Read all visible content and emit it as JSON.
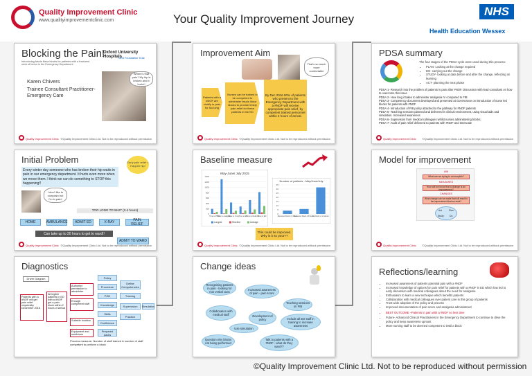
{
  "header": {
    "org_name": "Quality Improvement Clinic",
    "org_url": "www.qualityimprovementclinic.com",
    "title": "Your Quality Improvement Journey",
    "nhs": "NHS",
    "hew": "Health Education Wessex"
  },
  "footer": {
    "org": "Quality Improvement Clinic",
    "copy": "©Quality Improvement Clinic Ltd. Not to be reproduced without permission"
  },
  "copyright": "©Quality Improvement Clinic Ltd. Not to be reproduced without permission",
  "slide1": {
    "title": "Blocking the Pain!",
    "subtitle": "Introducing fascia iliaca blocks for patients with a fractured neck of femur in the Emergency Department",
    "oxford": "Oxford University Hospitals",
    "trust": "NHS Foundation Trust",
    "author": "Karen Chivers",
    "role": "Trainee Consultant Practitioner- Emergency Care",
    "bubble": "Where's that pain? My hip is broken and it hurts!!"
  },
  "slide2": {
    "title": "Initial Problem",
    "text": "Every winter day someone who has broken their hip waits in pain in our emergency department. It hurts even more when we move them. I think we can do something to STOP this happening!!",
    "idea": "Early pain relief = Happier hip!",
    "bubble": "I don't like to complain but I'm in pain!",
    "too_long": "TOO LONG TO WAIT (2-4 hours)",
    "steps": [
      "HOME",
      "AMBULANCE",
      "ADMIT ED",
      "X-RAY",
      "PAIN RELIEF"
    ],
    "wait": "Can take up to 20 hours to get to ward!!",
    "admit": "ADMIT TO WARD"
  },
  "slide3": {
    "title": "Diagnostics",
    "driver": "Driver Diagram",
    "aim": "Patients with a #NOF will get pain relief requiredby December 2016",
    "primary": "All legible patients in ED with a #NOF get a pain block within 2 hours of arrival",
    "secondary": [
      "Authority / permission to administer",
      "Enough competent staff",
      "Suitable location",
      "Equipment and medicines"
    ],
    "tertiary": [
      "Policy",
      "Procedure",
      "PGD",
      "Knowledge",
      "Skills",
      "Confidence",
      "Prepared packs"
    ],
    "change": [
      "Define Competencies",
      "Training",
      "Supervision",
      "Practice",
      "Simulation"
    ],
    "measure": "Process measure: Number of staff trained & number of staff competent to perform a block"
  },
  "slide4": {
    "title": "Improvement Aim",
    "bubble": "That's so much more comfortable",
    "boxes": [
      "Patients with a #NOF are visibly in pain for too long",
      "Nurses can be trained to be competent to administer fascia iliaca blocks to provide timely pain relief for these patients in the ED",
      "By Dec 2016 80% of patients who present to the Emergency Department with a #NOF will receive appropriate pain relief, by competent trained personnel within 2 hours of arrival."
    ]
  },
  "slide5": {
    "title": "Baseline measure",
    "question": "This could be improved. Why is it so poor??"
  },
  "chart_data": [
    {
      "type": "bar",
      "title": "May-June/ July 2015",
      "categories": [
        "Time to PIRA",
        "Time to analgesia",
        "Time to X-ray",
        "Time to ED",
        "Time to Referral",
        "Time in ED"
      ],
      "series": [
        {
          "name": "Longest",
          "values": [
            190,
            1300,
            430,
            280,
            520,
            820
          ]
        },
        {
          "name": "Shortest",
          "values": [
            30,
            20,
            40,
            30,
            50,
            60
          ]
        },
        {
          "name": "Average",
          "values": [
            80,
            180,
            120,
            130,
            170,
            300
          ]
        }
      ],
      "ylim": [
        0,
        1400
      ],
      "legend": "bottom"
    },
    {
      "type": "bar",
      "title": "Number of patients - May/June/July",
      "categories": [
        "Received block <4 hours",
        "Received block 4-8 hours",
        "No block ≥ 14 Hours"
      ],
      "values": [
        4,
        6,
        32
      ],
      "ylim": [
        0,
        35
      ]
    }
  ],
  "slide6": {
    "title": "Change ideas",
    "ideas": [
      "Recognising patients in pain - looking for non verbal cues",
      "Increased awareness of pain - pain score",
      "Teaching sessions on FIB",
      "Collaboration with medical staff",
      "Development of policy",
      "Include all ED staff in training to increase awareness",
      "Use simulation",
      "Question why blocks not being performed",
      "Talk to patients with a #NOF - what do they want??"
    ]
  },
  "slide7": {
    "title": "PDSA summary",
    "intro": "The four stages of the PDSA cycle were used during this process:",
    "stages": [
      "PLAN- Looking at the change required",
      "DO- carrying out the change",
      "STUDY- looking at data before and after the change, reflecting on learning",
      "ACT- planning the next phase"
    ],
    "items": [
      "PDSA 1- Research into the problem of patients in pain after #NOF. Discussion with lead consultant on how to overcome this issue",
      "PDSA 2- How long it takes to administer analgesia IV compared to FIB",
      "PDSA 3- Competency document developed and presented at Governance on introduction of nurse led blocks for patients with #NOF",
      "PDSA 4- Introduction of FIB policy attached to the pathway for #NOF patients",
      "PDSA 5- Teaching sessions planned and delivered in clinical environment, using visual aids and simulation. Increased awareness",
      "PDSA 6- Supervision from medical colleagues whilst nurses administering blocks.",
      "PDSA 7- Audit of pain relief delivered to patients with #NOF and timescale"
    ]
  },
  "slide8": {
    "title": "Model for improvement",
    "aim": "AIM",
    "q1": "What are we trying to accomplish?",
    "measures": "MEASURES",
    "q2": "How will we know that a change is an improvement?",
    "changes": "CHANGES",
    "q3": "What change can we make that will result in the improvement that we seek?",
    "cycle": [
      "Act",
      "Plan",
      "Study",
      "Do"
    ]
  },
  "slide9": {
    "title": "Reflections/learning",
    "points": [
      "Increased awareness of patients potential pain with a #NOF",
      "Increased knowledge of options for pain relief for patients with a #NOF in ED which has led to early discussion with medical colleagues about the need for analgesia",
      "Enthusiasm to learn a new technique which benefits patients",
      "Collaboration with medical colleagues over patient care in this group of patients",
      "Trust wide adoption of the policy and process",
      "Improved documentation of pain score and analgesia administered"
    ],
    "outcome": "BEST OUTCOME –Patients in pain with a #NOF no less time",
    "future": [
      "Future- Advanced Clinical Practitioners in the Emergency Department to continue to drive the policy and keep awareness upmost",
      "More nursing staff to be deemed competent to instil a block"
    ]
  }
}
